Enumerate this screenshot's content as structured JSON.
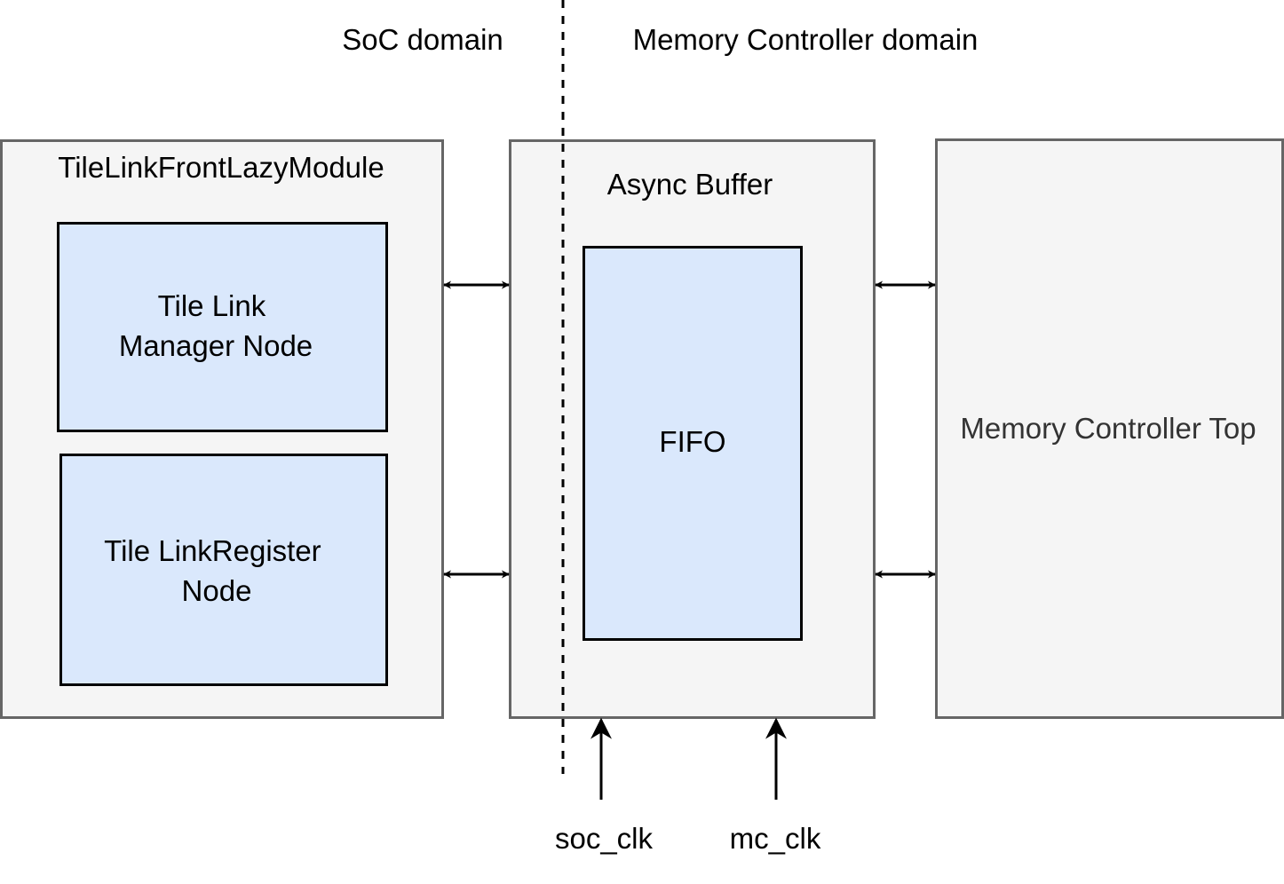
{
  "domains": {
    "left_label": "SoC domain",
    "right_label": "Memory Controller domain"
  },
  "front_module": {
    "title": "TileLinkFrontLazyModule",
    "manager_node": {
      "line1": "Tile Link",
      "line2": "Manager Node"
    },
    "register_node": {
      "line1": "Tile LinkRegister",
      "line2": "Node"
    }
  },
  "async_buffer": {
    "title": "Async Buffer",
    "fifo_label": "FIFO"
  },
  "mc_top": {
    "label": "Memory Controller Top"
  },
  "clocks": {
    "soc": "soc_clk",
    "mc": "mc_clk"
  },
  "colors": {
    "container_fill": "#f5f5f5",
    "container_stroke": "#666666",
    "node_fill": "#dae8fc",
    "node_stroke": "#000000",
    "line": "#000000"
  }
}
